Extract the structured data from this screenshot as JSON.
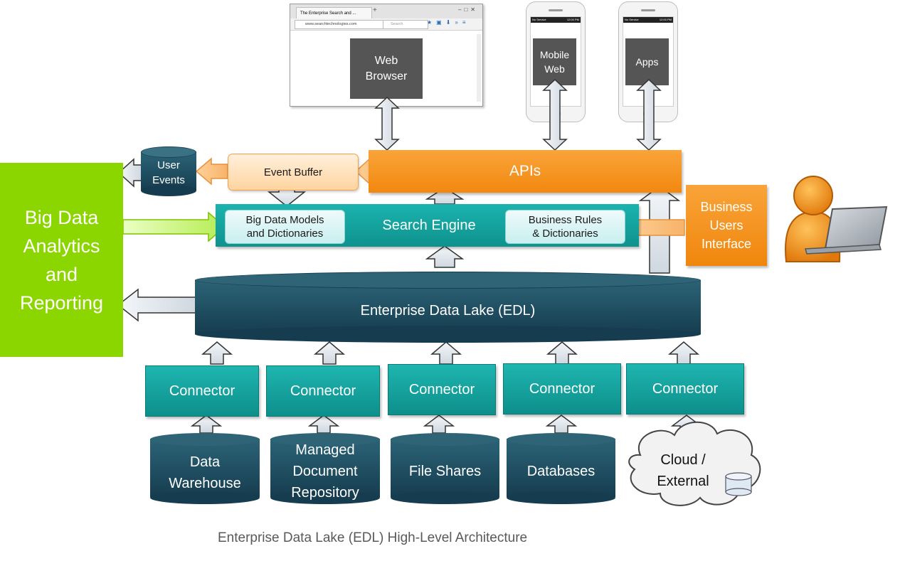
{
  "browser": {
    "tab_title": "The Enterprise Search and ...",
    "url": "www.searchtechnologies.com",
    "search_placeholder": "Search",
    "label": "Web\nBrowser"
  },
  "mobile_web": {
    "label": "Mobile\nWeb",
    "status_left": "No Service",
    "status_time": "12:00 PM"
  },
  "apps": {
    "label": "Apps",
    "status_left": "No Service",
    "status_time": "12:00 PM"
  },
  "apis": {
    "label": "APIs"
  },
  "event_buffer": {
    "label": "Event Buffer"
  },
  "user_events": {
    "label": "User\nEvents"
  },
  "big_data": {
    "label": "Big Data\nAnalytics\nand\nReporting"
  },
  "search_engine": {
    "label": "Search Engine",
    "models_label": "Big Data Models\nand Dictionaries",
    "rules_label": "Business Rules\n& Dictionaries"
  },
  "business_ui": {
    "label": "Business\nUsers\nInterface"
  },
  "edl": {
    "label": "Enterprise Data Lake (EDL)"
  },
  "connectors": [
    "Connector",
    "Connector",
    "Connector",
    "Connector",
    "Connector"
  ],
  "sources": [
    "Data\nWarehouse",
    "Managed\nDocument\nRepository",
    "File Shares",
    "Databases",
    "Cloud /\nExternal"
  ],
  "caption": "Enterprise Data Lake (EDL) High-Level Architecture",
  "colors": {
    "orange": "#f7941d",
    "teal": "#14a19c",
    "dark_teal": "#1e4a5c",
    "green": "#8cd600",
    "arrow_gray": "#e6ebf0"
  }
}
